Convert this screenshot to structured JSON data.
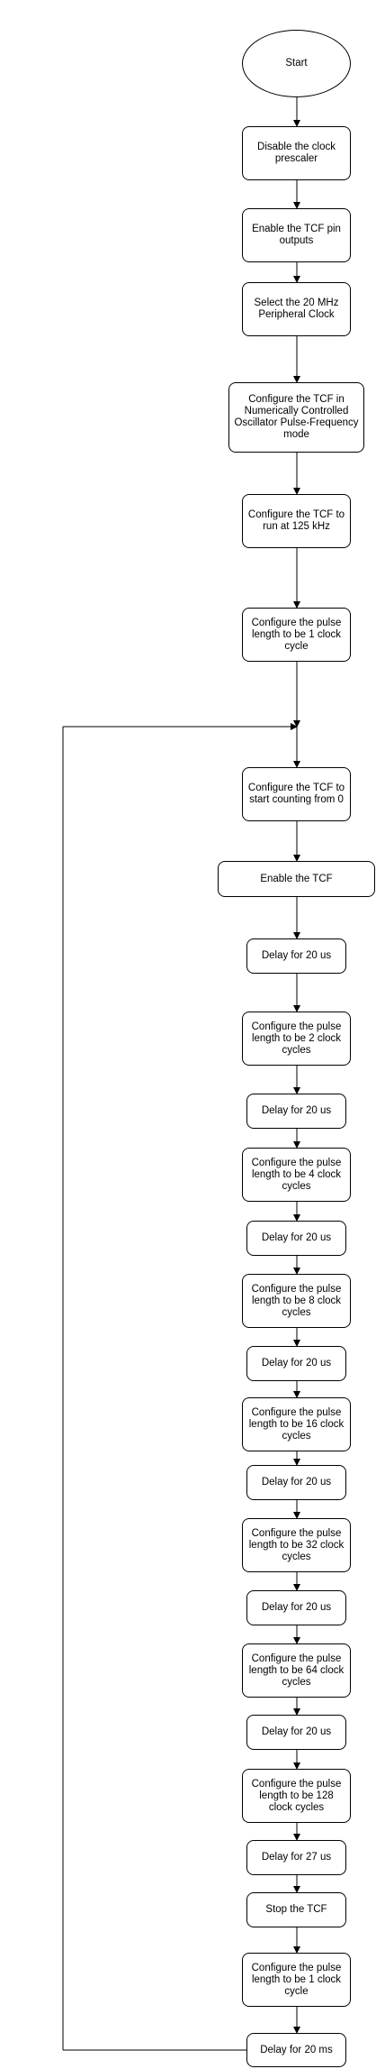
{
  "flowchart": {
    "nodes": [
      {
        "id": "start",
        "label": "Start",
        "shape": "ellipse"
      },
      {
        "id": "n1",
        "label": "Disable the clock prescaler",
        "shape": "rounded"
      },
      {
        "id": "n2",
        "label": "Enable the TCF pin outputs",
        "shape": "rounded"
      },
      {
        "id": "n3",
        "label": "Select the 20 MHz Peripheral Clock",
        "shape": "rounded"
      },
      {
        "id": "n4",
        "label": "Configure the TCF in Numerically Controlled Oscillator Pulse-Frequency mode",
        "shape": "rounded"
      },
      {
        "id": "n5",
        "label": "Configure the TCF to run at 125 kHz",
        "shape": "rounded"
      },
      {
        "id": "n6",
        "label": "Configure the pulse length to be 1 clock cycle",
        "shape": "rounded"
      },
      {
        "id": "n7",
        "label": "Configure the TCF to start counting from 0",
        "shape": "rounded"
      },
      {
        "id": "n8",
        "label": "Enable the TCF",
        "shape": "rounded"
      },
      {
        "id": "n9",
        "label": "Delay for 20 us",
        "shape": "rounded"
      },
      {
        "id": "n10",
        "label": "Configure the pulse length to be 2 clock cycles",
        "shape": "rounded"
      },
      {
        "id": "n11",
        "label": "Delay for 20 us",
        "shape": "rounded"
      },
      {
        "id": "n12",
        "label": "Configure the pulse length to be 4 clock cycles",
        "shape": "rounded"
      },
      {
        "id": "n13",
        "label": "Delay for 20 us",
        "shape": "rounded"
      },
      {
        "id": "n14",
        "label": "Configure the pulse length to be 8 clock cycles",
        "shape": "rounded"
      },
      {
        "id": "n15",
        "label": "Delay for 20 us",
        "shape": "rounded"
      },
      {
        "id": "n16",
        "label": "Configure the pulse length to be 16 clock cycles",
        "shape": "rounded"
      },
      {
        "id": "n17",
        "label": "Delay for 20 us",
        "shape": "rounded"
      },
      {
        "id": "n18",
        "label": "Configure the pulse length to be 32 clock cycles",
        "shape": "rounded"
      },
      {
        "id": "n19",
        "label": "Delay for 20 us",
        "shape": "rounded"
      },
      {
        "id": "n20",
        "label": "Configure the pulse length to be 64 clock cycles",
        "shape": "rounded"
      },
      {
        "id": "n21",
        "label": "Delay for 20 us",
        "shape": "rounded"
      },
      {
        "id": "n22",
        "label": "Configure the pulse length to be 128 clock cycles",
        "shape": "rounded"
      },
      {
        "id": "n23",
        "label": "Delay for 27 us",
        "shape": "rounded"
      },
      {
        "id": "n24",
        "label": "Stop the TCF",
        "shape": "rounded"
      },
      {
        "id": "n25",
        "label": "Configure the pulse length to be 1 clock cycle",
        "shape": "rounded"
      },
      {
        "id": "n26",
        "label": "Delay for 20 ms",
        "shape": "rounded"
      }
    ],
    "loop": {
      "from": "n26",
      "to": "n7"
    }
  }
}
